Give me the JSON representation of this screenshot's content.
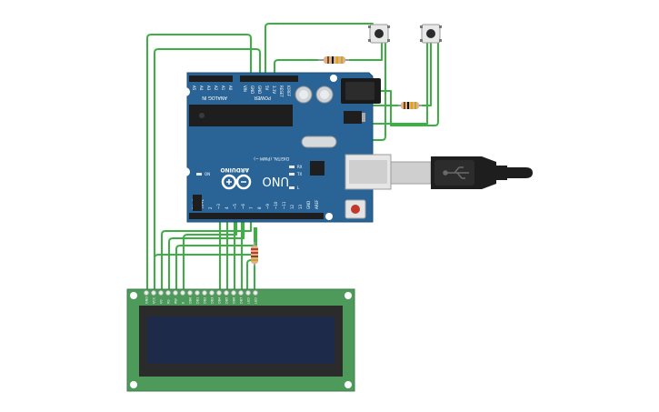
{
  "board": {
    "brand": "ARDUINO",
    "model": "UNO",
    "analog_label": "ANALOG IN",
    "power_label": "POWER",
    "digital_label": "DIGITAL (PWM ~)",
    "on_label": "ON",
    "tx_label": "TX",
    "rx_label": "RX",
    "l_label": "L",
    "analog_pins": [
      "A5",
      "A4",
      "A3",
      "A2",
      "A1",
      "A0"
    ],
    "power_pins": [
      "VIN",
      "GND",
      "GND",
      "5V",
      "3.3V",
      "RESET",
      "IOREF"
    ],
    "digital_pins": [
      "AREF",
      "GND",
      "13",
      "12",
      "~11",
      "~10",
      "~9",
      "8",
      "7",
      "~6",
      "~5",
      "4",
      "~3",
      "2",
      "TX→1",
      "RX←0"
    ]
  },
  "lcd": {
    "pin_labels": [
      "GND",
      "VCC",
      "V0",
      "RS",
      "RW",
      "E",
      "DB0",
      "DB1",
      "DB2",
      "DB3",
      "DB4",
      "DB5",
      "DB6",
      "DB7",
      "LED",
      "LED"
    ]
  },
  "colors": {
    "wire": "#3cb043",
    "board": "#2a6496",
    "lcd_pcb": "#4e9a5b",
    "lcd_screen": "#1e2a4a"
  }
}
